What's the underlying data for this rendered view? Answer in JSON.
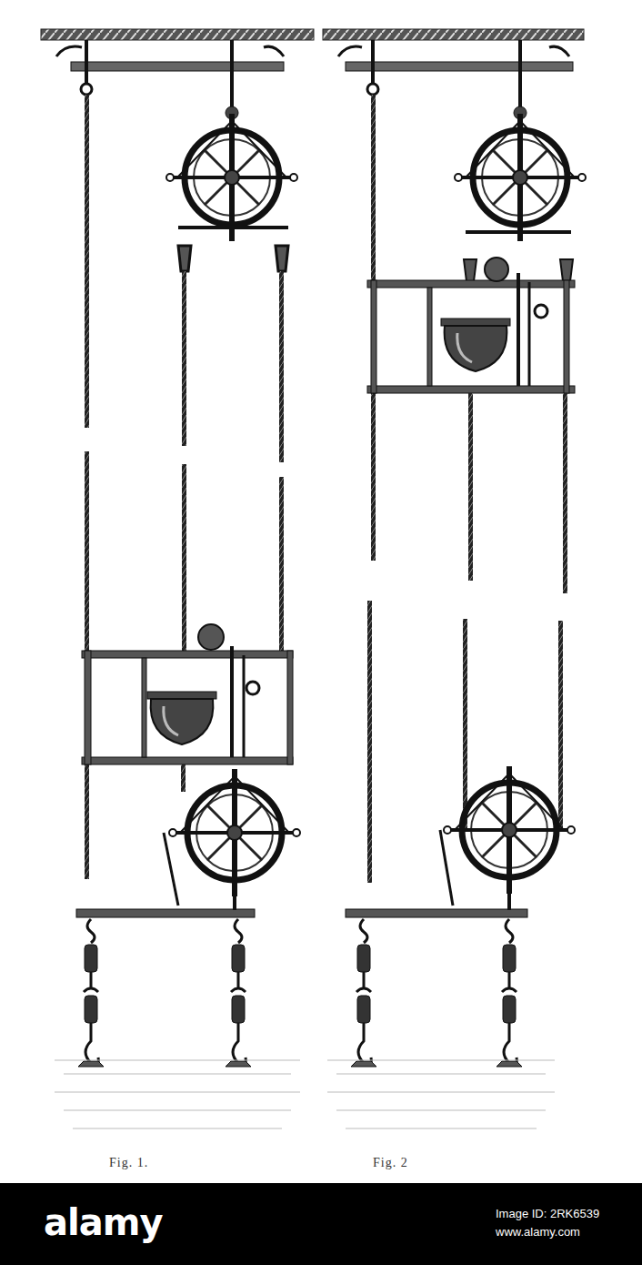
{
  "diagram": {
    "labels": [
      "Fig. 1.",
      "Fig. 2",
      "alamy",
      "Image ID: 2RK6539",
      "www.alamy.com"
    ]
  }
}
